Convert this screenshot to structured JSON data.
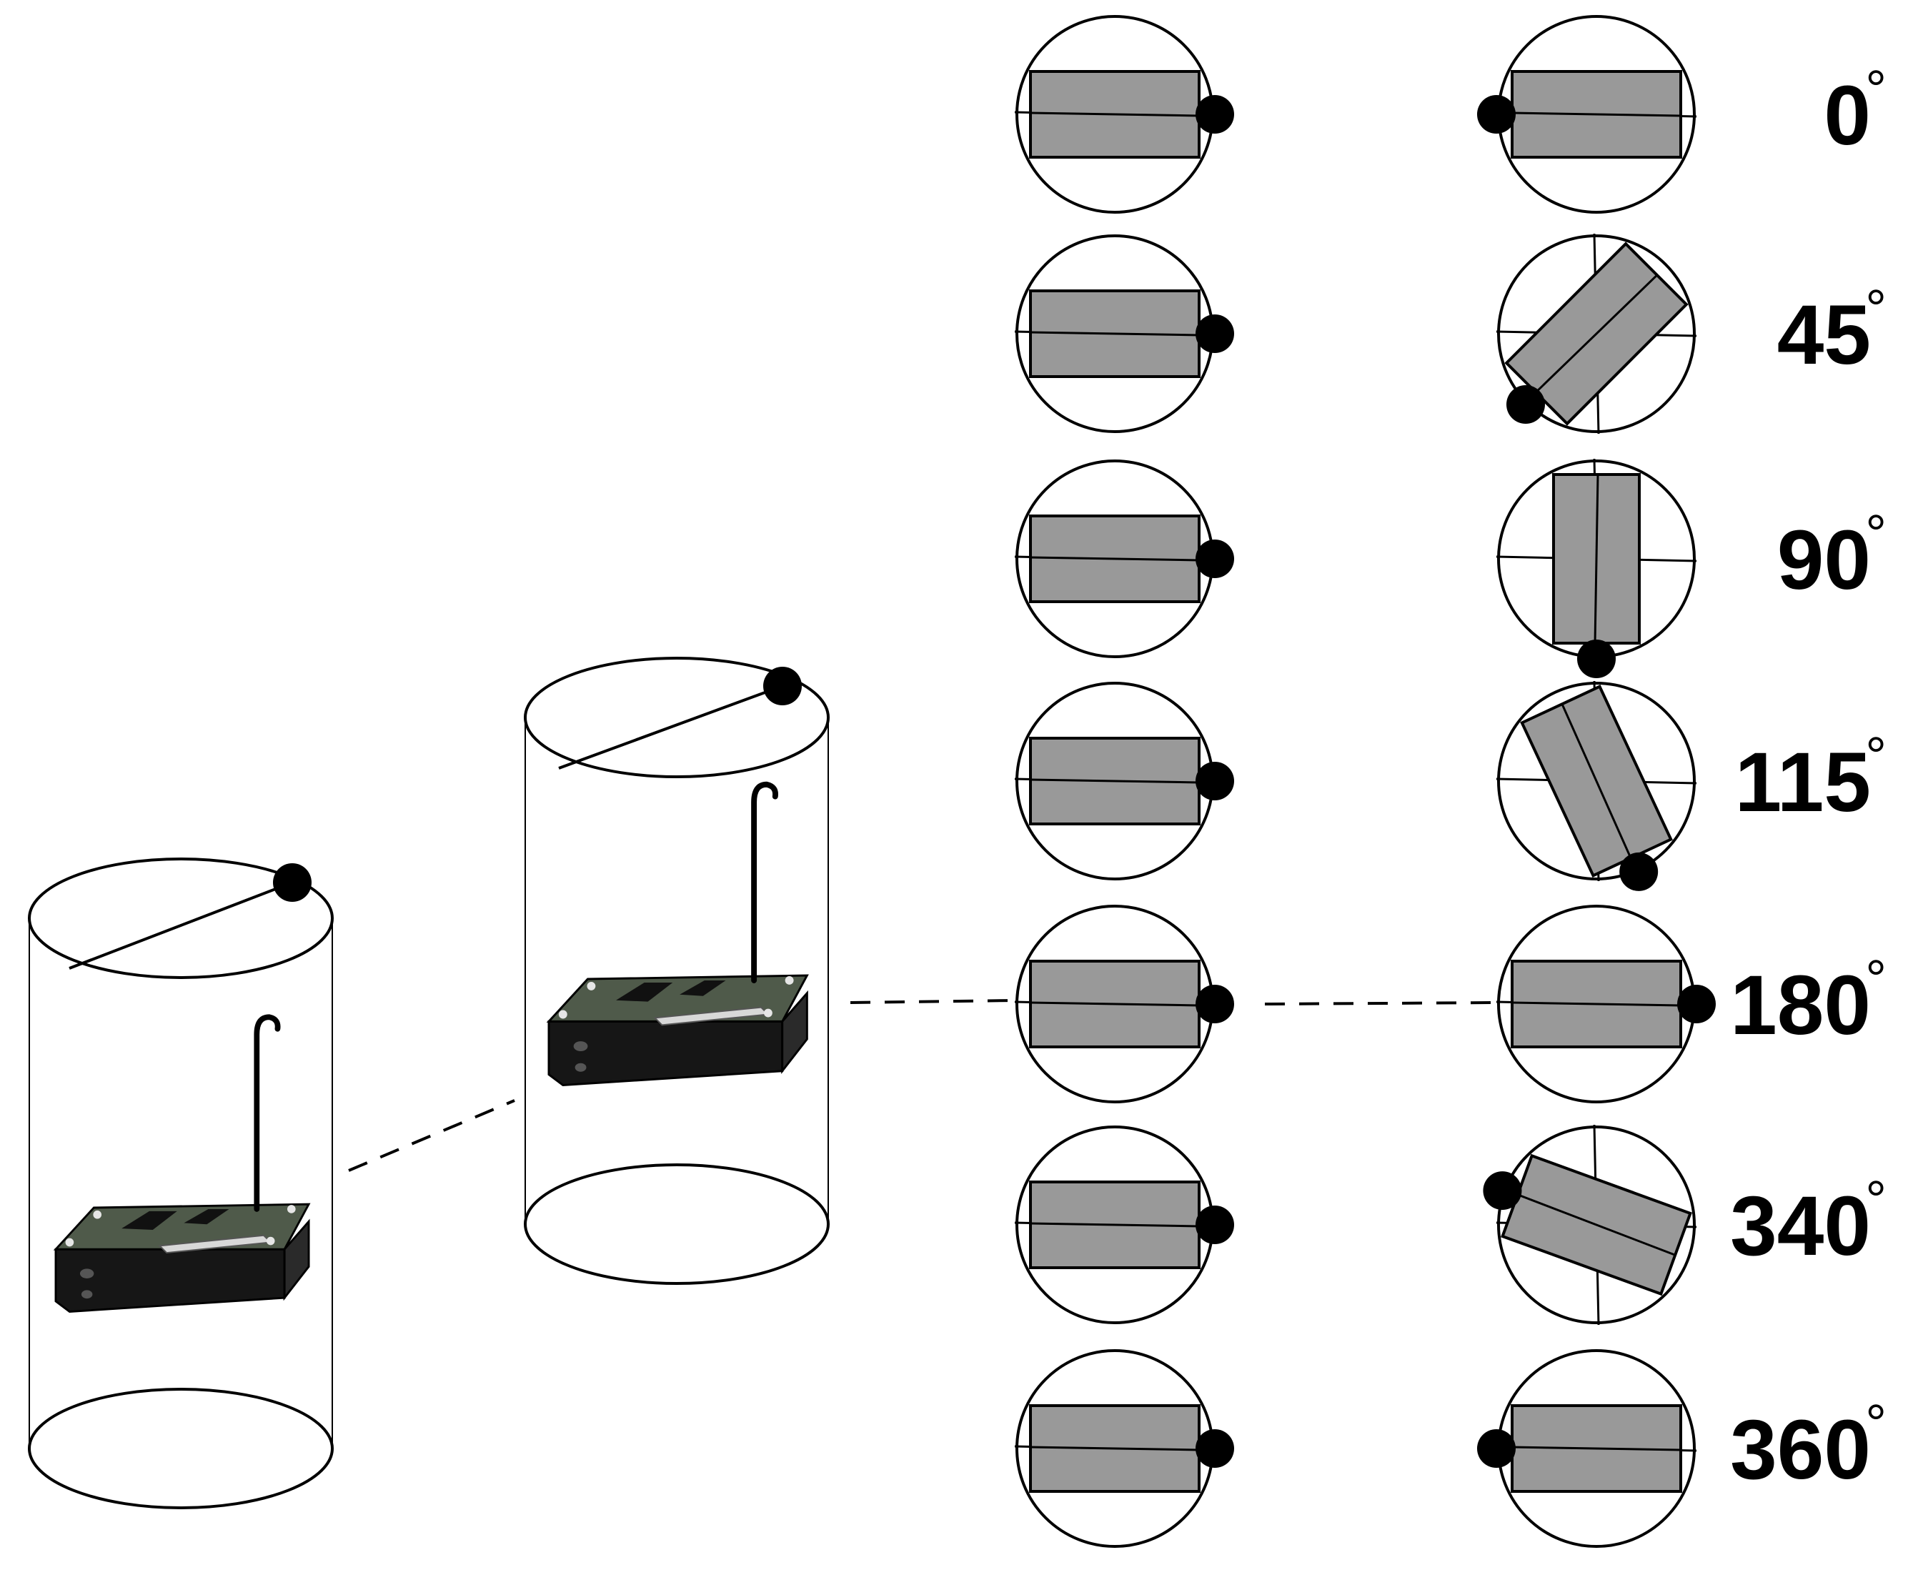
{
  "colors": {
    "line": "#000000",
    "sensor_fill": "#999999",
    "board_green": "#4f5a4a",
    "battery_black": "#161616",
    "background": "#ffffff"
  },
  "rotation_steps": [
    {
      "label": "0",
      "degree_symbol": "°",
      "rotation_deg": 0
    },
    {
      "label": "45",
      "degree_symbol": "°",
      "rotation_deg": 45
    },
    {
      "label": "90",
      "degree_symbol": "°",
      "rotation_deg": 90
    },
    {
      "label": "115",
      "degree_symbol": "°",
      "rotation_deg": 115
    },
    {
      "label": "180",
      "degree_symbol": "°",
      "rotation_deg": 180
    },
    {
      "label": "340",
      "degree_symbol": "°",
      "rotation_deg": 340
    },
    {
      "label": "360",
      "degree_symbol": "°",
      "rotation_deg": 360
    }
  ],
  "icons": {
    "marker": "marker-dot-icon",
    "sensor_node": "wireless-sensor-node-icon",
    "cylinder": "cylinder-icon"
  }
}
